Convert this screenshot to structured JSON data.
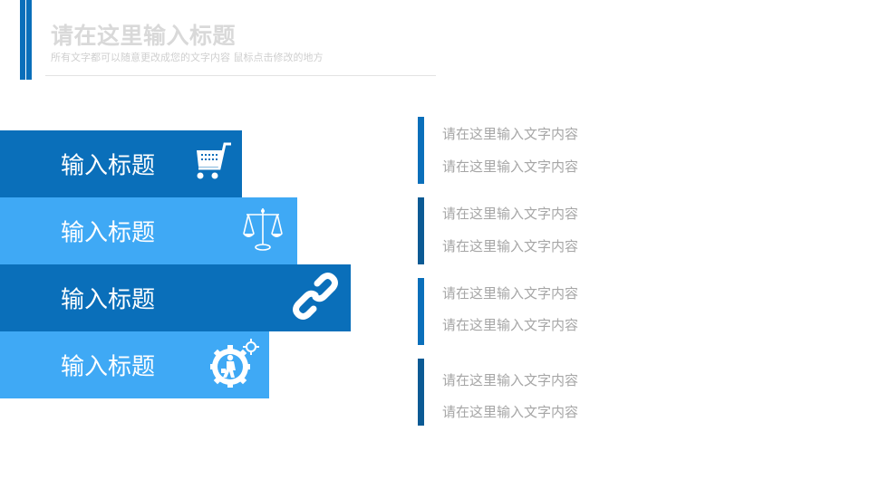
{
  "header": {
    "title": "请在这里输入标题",
    "subtitle": "所有文字都可以随意更改成您的文字内容  鼠标点击修改的地方"
  },
  "colors": {
    "dark_blue": "#0a6fba",
    "light_blue": "#3fa9f5",
    "navy": "#0b5a94",
    "title_gray": "#d9d9d9",
    "text_gray": "#a6a6a6"
  },
  "blocks": [
    {
      "label": "输入标题",
      "icon": "shopping-cart-icon"
    },
    {
      "label": "输入标题",
      "icon": "scales-icon"
    },
    {
      "label": "输入标题",
      "icon": "link-icon"
    },
    {
      "label": "输入标题",
      "icon": "business-gear-icon"
    }
  ],
  "content": [
    {
      "lines": [
        "请在这里输入文字内容",
        "请在这里输入文字内容"
      ]
    },
    {
      "lines": [
        "请在这里输入文字内容",
        "请在这里输入文字内容"
      ]
    },
    {
      "lines": [
        "请在这里输入文字内容",
        "请在这里输入文字内容"
      ]
    },
    {
      "lines": [
        "请在这里输入文字内容",
        "请在这里输入文字内容"
      ]
    }
  ]
}
